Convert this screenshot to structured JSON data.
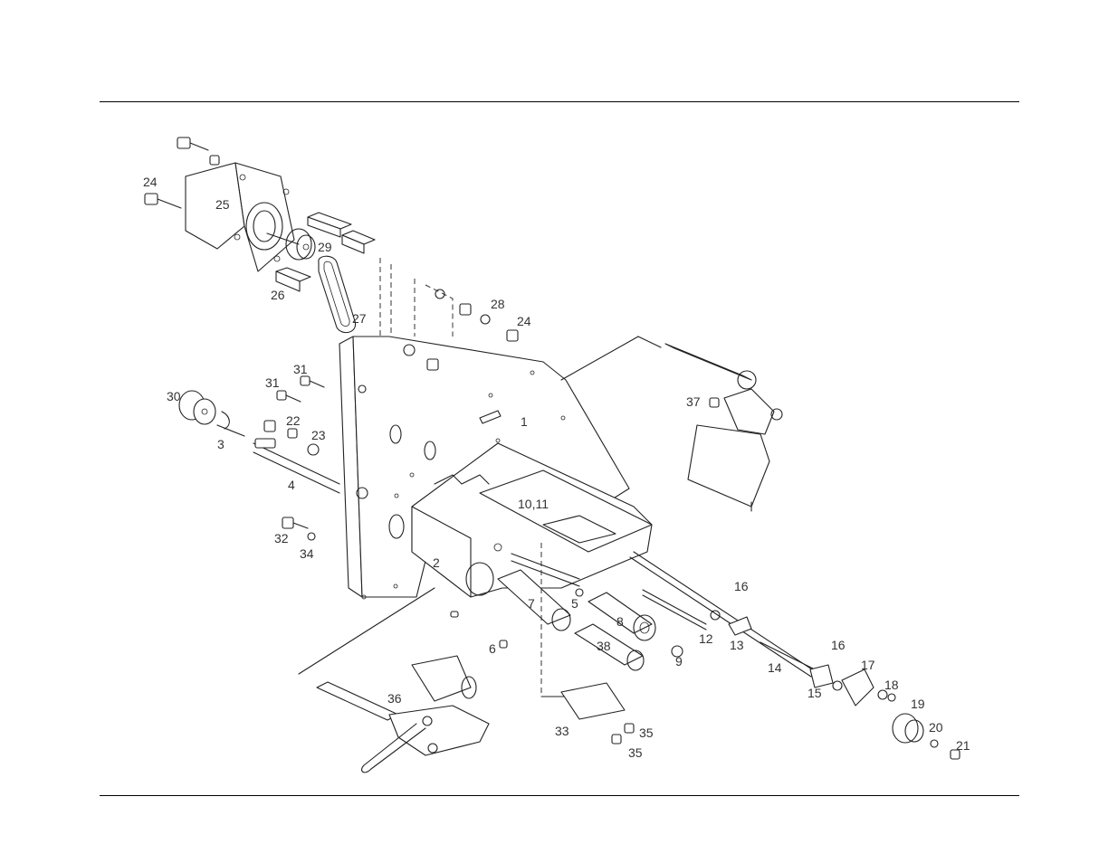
{
  "callouts": {
    "c1": "1",
    "c2": "2",
    "c3": "3",
    "c4": "4",
    "c5": "5",
    "c6": "6",
    "c7": "7",
    "c8": "8",
    "c9": "9",
    "c10_11": "10,11",
    "c12": "12",
    "c13": "13",
    "c14": "14",
    "c15": "15",
    "c16a": "16",
    "c16b": "16",
    "c17": "17",
    "c18": "18",
    "c19": "19",
    "c20": "20",
    "c21": "21",
    "c22": "22",
    "c23": "23",
    "c24a": "24",
    "c24b": "24",
    "c25": "25",
    "c26": "26",
    "c27": "27",
    "c28": "28",
    "c29": "29",
    "c30": "30",
    "c31a": "31",
    "c31b": "31",
    "c32": "32",
    "c33": "33",
    "c34": "34",
    "c35a": "35",
    "c35b": "35",
    "c36": "36",
    "c37": "37",
    "c38": "38"
  }
}
